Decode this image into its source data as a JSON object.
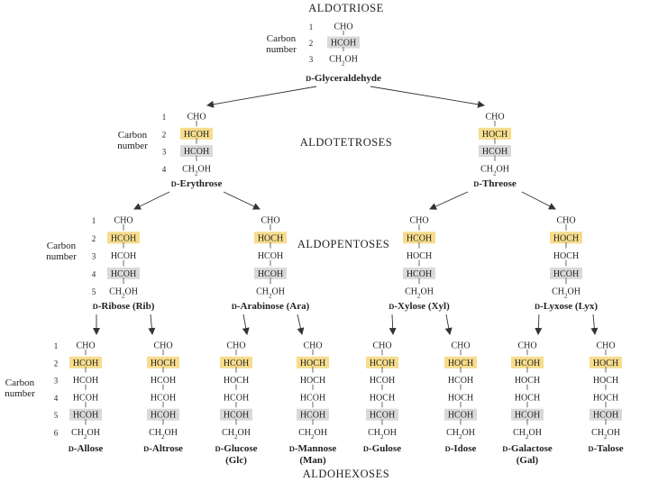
{
  "headings": {
    "aldotriose": "ALDOTRIOSE",
    "aldotetroses": "ALDOTETROSES",
    "aldopentoses": "ALDOPENTOSES",
    "aldohexoses": "ALDOHEXOSES"
  },
  "carbon_label": [
    "Carbon",
    "number"
  ],
  "colors": {
    "chiral_highlight": "#f6dc8c",
    "penultimate_highlight": "#d9d9d9",
    "arrow": "#333333",
    "text": "#222222"
  },
  "levels": [
    {
      "numbers": [
        "1",
        "2",
        "3"
      ],
      "sugars": [
        {
          "name": "D-Glyceraldehyde",
          "abbr": "",
          "groups": [
            "CHO",
            "HCOH",
            "CH2OH"
          ],
          "highlight": [
            "",
            "gray",
            ""
          ]
        }
      ]
    },
    {
      "numbers": [
        "1",
        "2",
        "3",
        "4"
      ],
      "sugars": [
        {
          "name": "D-Erythrose",
          "abbr": "",
          "groups": [
            "CHO",
            "HCOH",
            "HCOH",
            "CH2OH"
          ],
          "highlight": [
            "",
            "yellow",
            "gray",
            ""
          ]
        },
        {
          "name": "D-Threose",
          "abbr": "",
          "groups": [
            "CHO",
            "HOCH",
            "HCOH",
            "CH2OH"
          ],
          "highlight": [
            "",
            "yellow",
            "gray",
            ""
          ]
        }
      ]
    },
    {
      "numbers": [
        "1",
        "2",
        "3",
        "4",
        "5"
      ],
      "sugars": [
        {
          "name": "D-Ribose (Rib)",
          "abbr": "",
          "groups": [
            "CHO",
            "HCOH",
            "HCOH",
            "HCOH",
            "CH2OH"
          ],
          "highlight": [
            "",
            "yellow",
            "",
            "gray",
            ""
          ]
        },
        {
          "name": "D-Arabinose (Ara)",
          "abbr": "",
          "groups": [
            "CHO",
            "HOCH",
            "HCOH",
            "HCOH",
            "CH2OH"
          ],
          "highlight": [
            "",
            "yellow",
            "",
            "gray",
            ""
          ]
        },
        {
          "name": "D-Xylose (Xyl)",
          "abbr": "",
          "groups": [
            "CHO",
            "HCOH",
            "HOCH",
            "HCOH",
            "CH2OH"
          ],
          "highlight": [
            "",
            "yellow",
            "",
            "gray",
            ""
          ]
        },
        {
          "name": "D-Lyxose (Lyx)",
          "abbr": "",
          "groups": [
            "CHO",
            "HOCH",
            "HOCH",
            "HCOH",
            "CH2OH"
          ],
          "highlight": [
            "",
            "yellow",
            "",
            "gray",
            ""
          ]
        }
      ]
    },
    {
      "numbers": [
        "1",
        "2",
        "3",
        "4",
        "5",
        "6"
      ],
      "sugars": [
        {
          "name": "D-Allose",
          "abbr": "",
          "groups": [
            "CHO",
            "HCOH",
            "HCOH",
            "HCOH",
            "HCOH",
            "CH2OH"
          ],
          "highlight": [
            "",
            "yellow",
            "",
            "",
            "gray",
            ""
          ]
        },
        {
          "name": "D-Altrose",
          "abbr": "",
          "groups": [
            "CHO",
            "HOCH",
            "HCOH",
            "HCOH",
            "HCOH",
            "CH2OH"
          ],
          "highlight": [
            "",
            "yellow",
            "",
            "",
            "gray",
            ""
          ]
        },
        {
          "name": "D-Glucose",
          "abbr": "(Glc)",
          "groups": [
            "CHO",
            "HCOH",
            "HOCH",
            "HCOH",
            "HCOH",
            "CH2OH"
          ],
          "highlight": [
            "",
            "yellow",
            "",
            "",
            "gray",
            ""
          ]
        },
        {
          "name": "D-Mannose",
          "abbr": "(Man)",
          "groups": [
            "CHO",
            "HOCH",
            "HOCH",
            "HCOH",
            "HCOH",
            "CH2OH"
          ],
          "highlight": [
            "",
            "yellow",
            "",
            "",
            "gray",
            ""
          ]
        },
        {
          "name": "D-Gulose",
          "abbr": "",
          "groups": [
            "CHO",
            "HCOH",
            "HCOH",
            "HOCH",
            "HCOH",
            "CH2OH"
          ],
          "highlight": [
            "",
            "yellow",
            "",
            "",
            "gray",
            ""
          ]
        },
        {
          "name": "D-Idose",
          "abbr": "",
          "groups": [
            "CHO",
            "HOCH",
            "HCOH",
            "HOCH",
            "HCOH",
            "CH2OH"
          ],
          "highlight": [
            "",
            "yellow",
            "",
            "",
            "gray",
            ""
          ]
        },
        {
          "name": "D-Galactose",
          "abbr": "(Gal)",
          "groups": [
            "CHO",
            "HCOH",
            "HOCH",
            "HOCH",
            "HCOH",
            "CH2OH"
          ],
          "highlight": [
            "",
            "yellow",
            "",
            "",
            "gray",
            ""
          ]
        },
        {
          "name": "D-Talose",
          "abbr": "",
          "groups": [
            "CHO",
            "HOCH",
            "HOCH",
            "HOCH",
            "HCOH",
            "CH2OH"
          ],
          "highlight": [
            "",
            "yellow",
            "",
            "",
            "gray",
            ""
          ]
        }
      ]
    }
  ]
}
